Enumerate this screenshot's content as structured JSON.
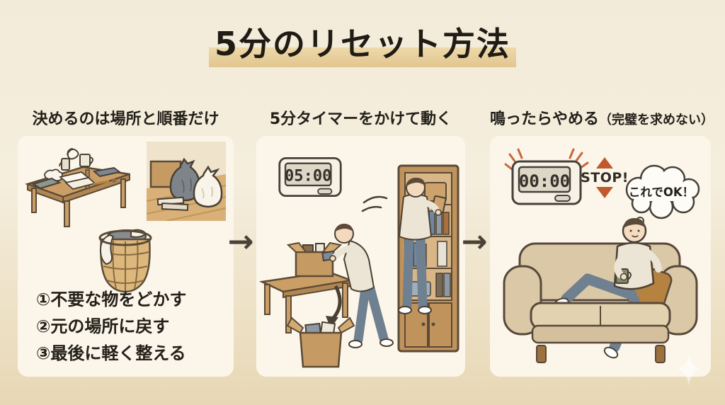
{
  "title": {
    "text": "5分のリセット方法"
  },
  "columns": [
    {
      "heading": "決めるのは場所と順番だけ",
      "checklist": [
        "①不要な物をどかす",
        "②元の場所に戻す",
        "③最後に軽く整える"
      ]
    },
    {
      "heading": "5分タイマーをかけて動く",
      "timer_value": "05:00"
    },
    {
      "heading": "鳴ったらやめる",
      "heading_note": "（完璧を求めない）",
      "timer_value": "00:00",
      "stop_label": "STOP!",
      "thought_text": "これでOK！"
    }
  ],
  "icons": {
    "flow_arrow": "→",
    "watermark_sparkle": "✦"
  },
  "colors": {
    "background_top": "#f3ebd9",
    "background_bottom": "#e7d7b4",
    "panel": "#fbf6e9",
    "title_highlight": "#e6cd9c",
    "accent_orange": "#c9663a",
    "stop_triangle": "#c05a2e",
    "ink": "#23201a",
    "wood": "#cb9e66"
  }
}
